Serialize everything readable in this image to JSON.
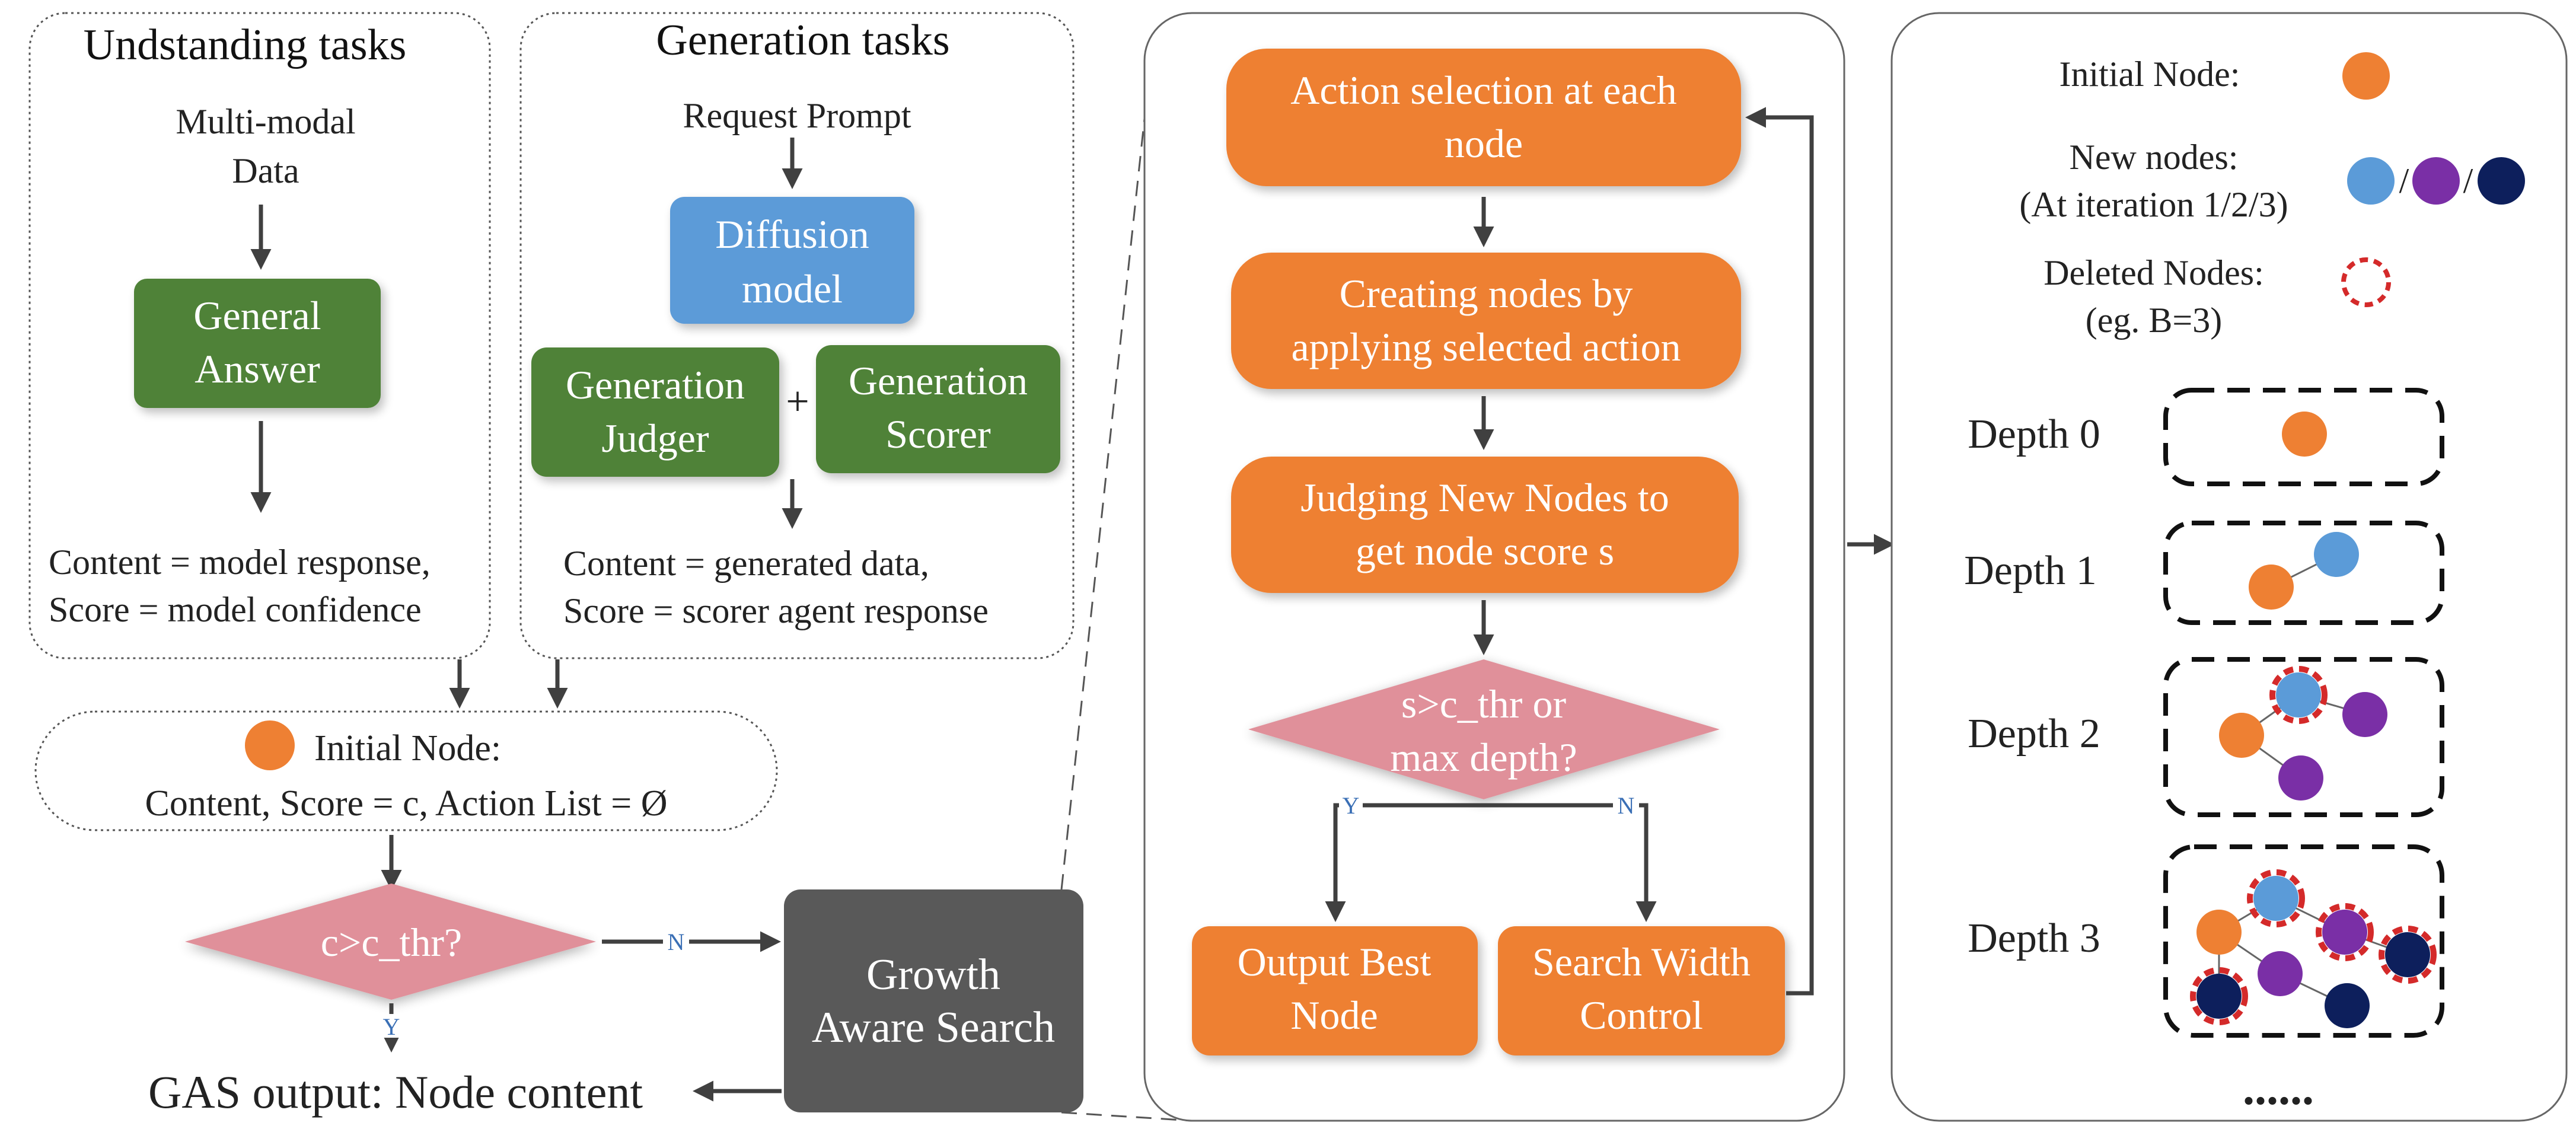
{
  "understanding": {
    "title": "Undstanding tasks",
    "input_line1": "Multi-modal",
    "input_line2": "Data",
    "box_line1": "General",
    "box_line2": "Answer",
    "content_line": "Content =  model response,",
    "score_line": "Score = model confidence"
  },
  "generation": {
    "title": "Generation tasks",
    "input": "Request Prompt",
    "diffusion_line1": "Diffusion",
    "diffusion_line2": "model",
    "judger_line1": "Generation",
    "judger_line2": "Judger",
    "plus": "+",
    "scorer_line1": "Generation",
    "scorer_line2": "Scorer",
    "content_line": "Content =  generated data,",
    "score_line": "Score = scorer agent response"
  },
  "initial": {
    "line1": "Initial Node:",
    "line2": "Content, Score = c, Action List = Ø"
  },
  "decision": {
    "label": "c>c_thr?",
    "yes": "Y",
    "no": "N"
  },
  "gas": {
    "line1": "Growth",
    "line2": "Aware Search"
  },
  "output": "GAS output: Node content",
  "flow": {
    "step1_line1": "Action selection at each",
    "step1_line2": "node",
    "step2_line1": "Creating nodes by",
    "step2_line2": "applying selected action",
    "step3_line1": "Judging New Nodes to",
    "step3_line2": "get node score s",
    "decision_line1": "s>c_thr or",
    "decision_line2": "max depth?",
    "yes": "Y",
    "no": "N",
    "output_line1": "Output Best",
    "output_line2": "Node",
    "width_line1": "Search Width",
    "width_line2": "Control"
  },
  "legend": {
    "initial_label": "Initial Node:",
    "new_line1": "New nodes:",
    "new_line2": "(At iteration 1/2/3)",
    "separator": "/",
    "deleted_line1": "Deleted Nodes:",
    "deleted_line2": "(eg. B=3)"
  },
  "depths": [
    "Depth 0",
    "Depth 1",
    "Depth 2",
    "Depth 3"
  ],
  "ellipsis": "......",
  "colors": {
    "initial": "#ee8033",
    "iter1": "#5b9bd8",
    "iter2": "#7a2fa6",
    "iter3": "#0d1f5c",
    "deleted": "#d42a2a",
    "process": "#ee8033",
    "model": "#4f8237",
    "diffusion": "#5b9bd8",
    "decision": "#e0909a",
    "gas": "#595959"
  }
}
